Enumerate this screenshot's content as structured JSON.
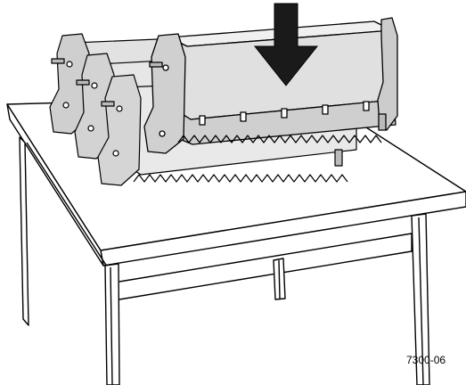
{
  "figure": {
    "label": "7300-06",
    "objects": [
      {
        "name": "table",
        "description_icon": "table-icon"
      },
      {
        "name": "imaging-units",
        "count": 4,
        "description_icon": "drum-unit-icon"
      },
      {
        "name": "down-arrow",
        "description_icon": "arrow-down-icon"
      }
    ]
  },
  "colors": {
    "line": "#000000",
    "cartridge_body": "#d9d9d9",
    "cartridge_shadow": "#a6a6a6",
    "arrow": "#1a1a1a",
    "table_top": "#ffffff"
  }
}
